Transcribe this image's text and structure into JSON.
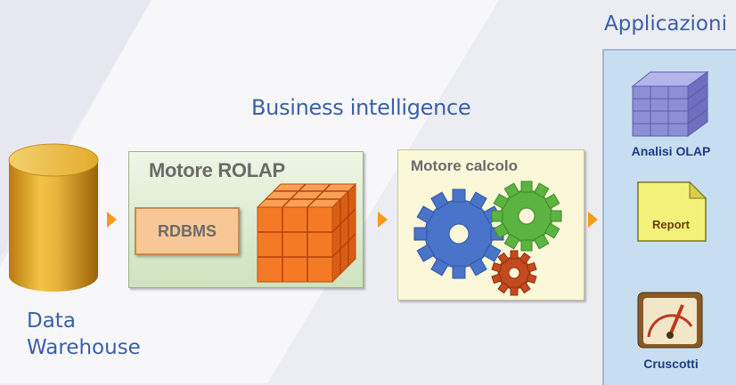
{
  "diagram": {
    "title": "Business intelligence",
    "source": {
      "label_line1": "Data",
      "label_line2": "Warehouse"
    },
    "rolap": {
      "title": "Motore ROLAP",
      "rdbms_label": "RDBMS"
    },
    "calc": {
      "title": "Motore calcolo"
    },
    "applications": {
      "title": "Applicazioni",
      "items": [
        {
          "label": "Analisi OLAP",
          "icon": "olap-cube-icon"
        },
        {
          "label": "Report",
          "icon": "report-document-icon"
        },
        {
          "label": "Cruscotti",
          "icon": "dashboard-gauge-icon"
        }
      ]
    },
    "colors": {
      "title_blue": "#3b5fa8",
      "arrow_orange": "#f59a1b",
      "app_label_blue": "#1e3a82"
    }
  }
}
